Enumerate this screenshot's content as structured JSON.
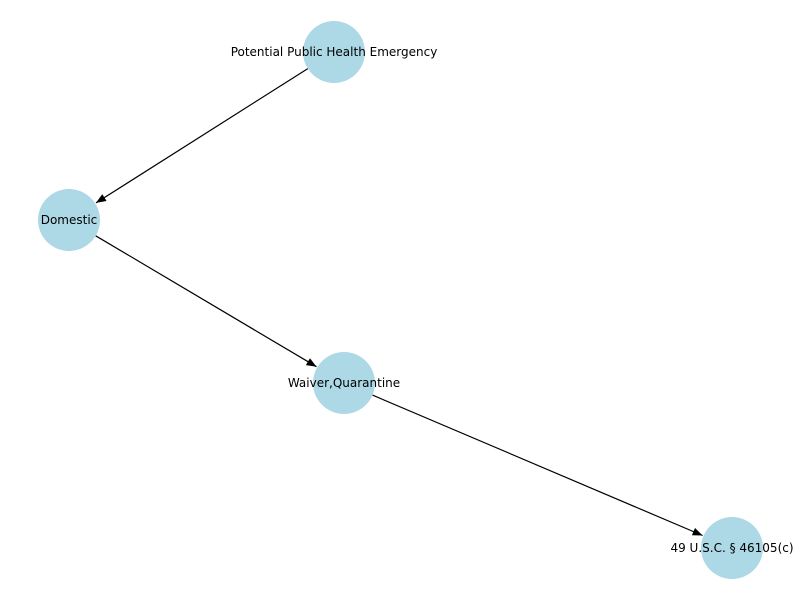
{
  "diagram": {
    "type": "directed-graph",
    "node_color": "#add8e6",
    "edge_color": "#000000",
    "nodes": [
      {
        "id": "n1",
        "label": "Potential Public Health Emergency"
      },
      {
        "id": "n2",
        "label": "Domestic"
      },
      {
        "id": "n3",
        "label": "Waiver,Quarantine"
      },
      {
        "id": "n4",
        "label": "49 U.S.C. § 46105(c)"
      }
    ],
    "edges": [
      {
        "from": "n1",
        "to": "n2"
      },
      {
        "from": "n2",
        "to": "n3"
      },
      {
        "from": "n3",
        "to": "n4"
      }
    ]
  }
}
